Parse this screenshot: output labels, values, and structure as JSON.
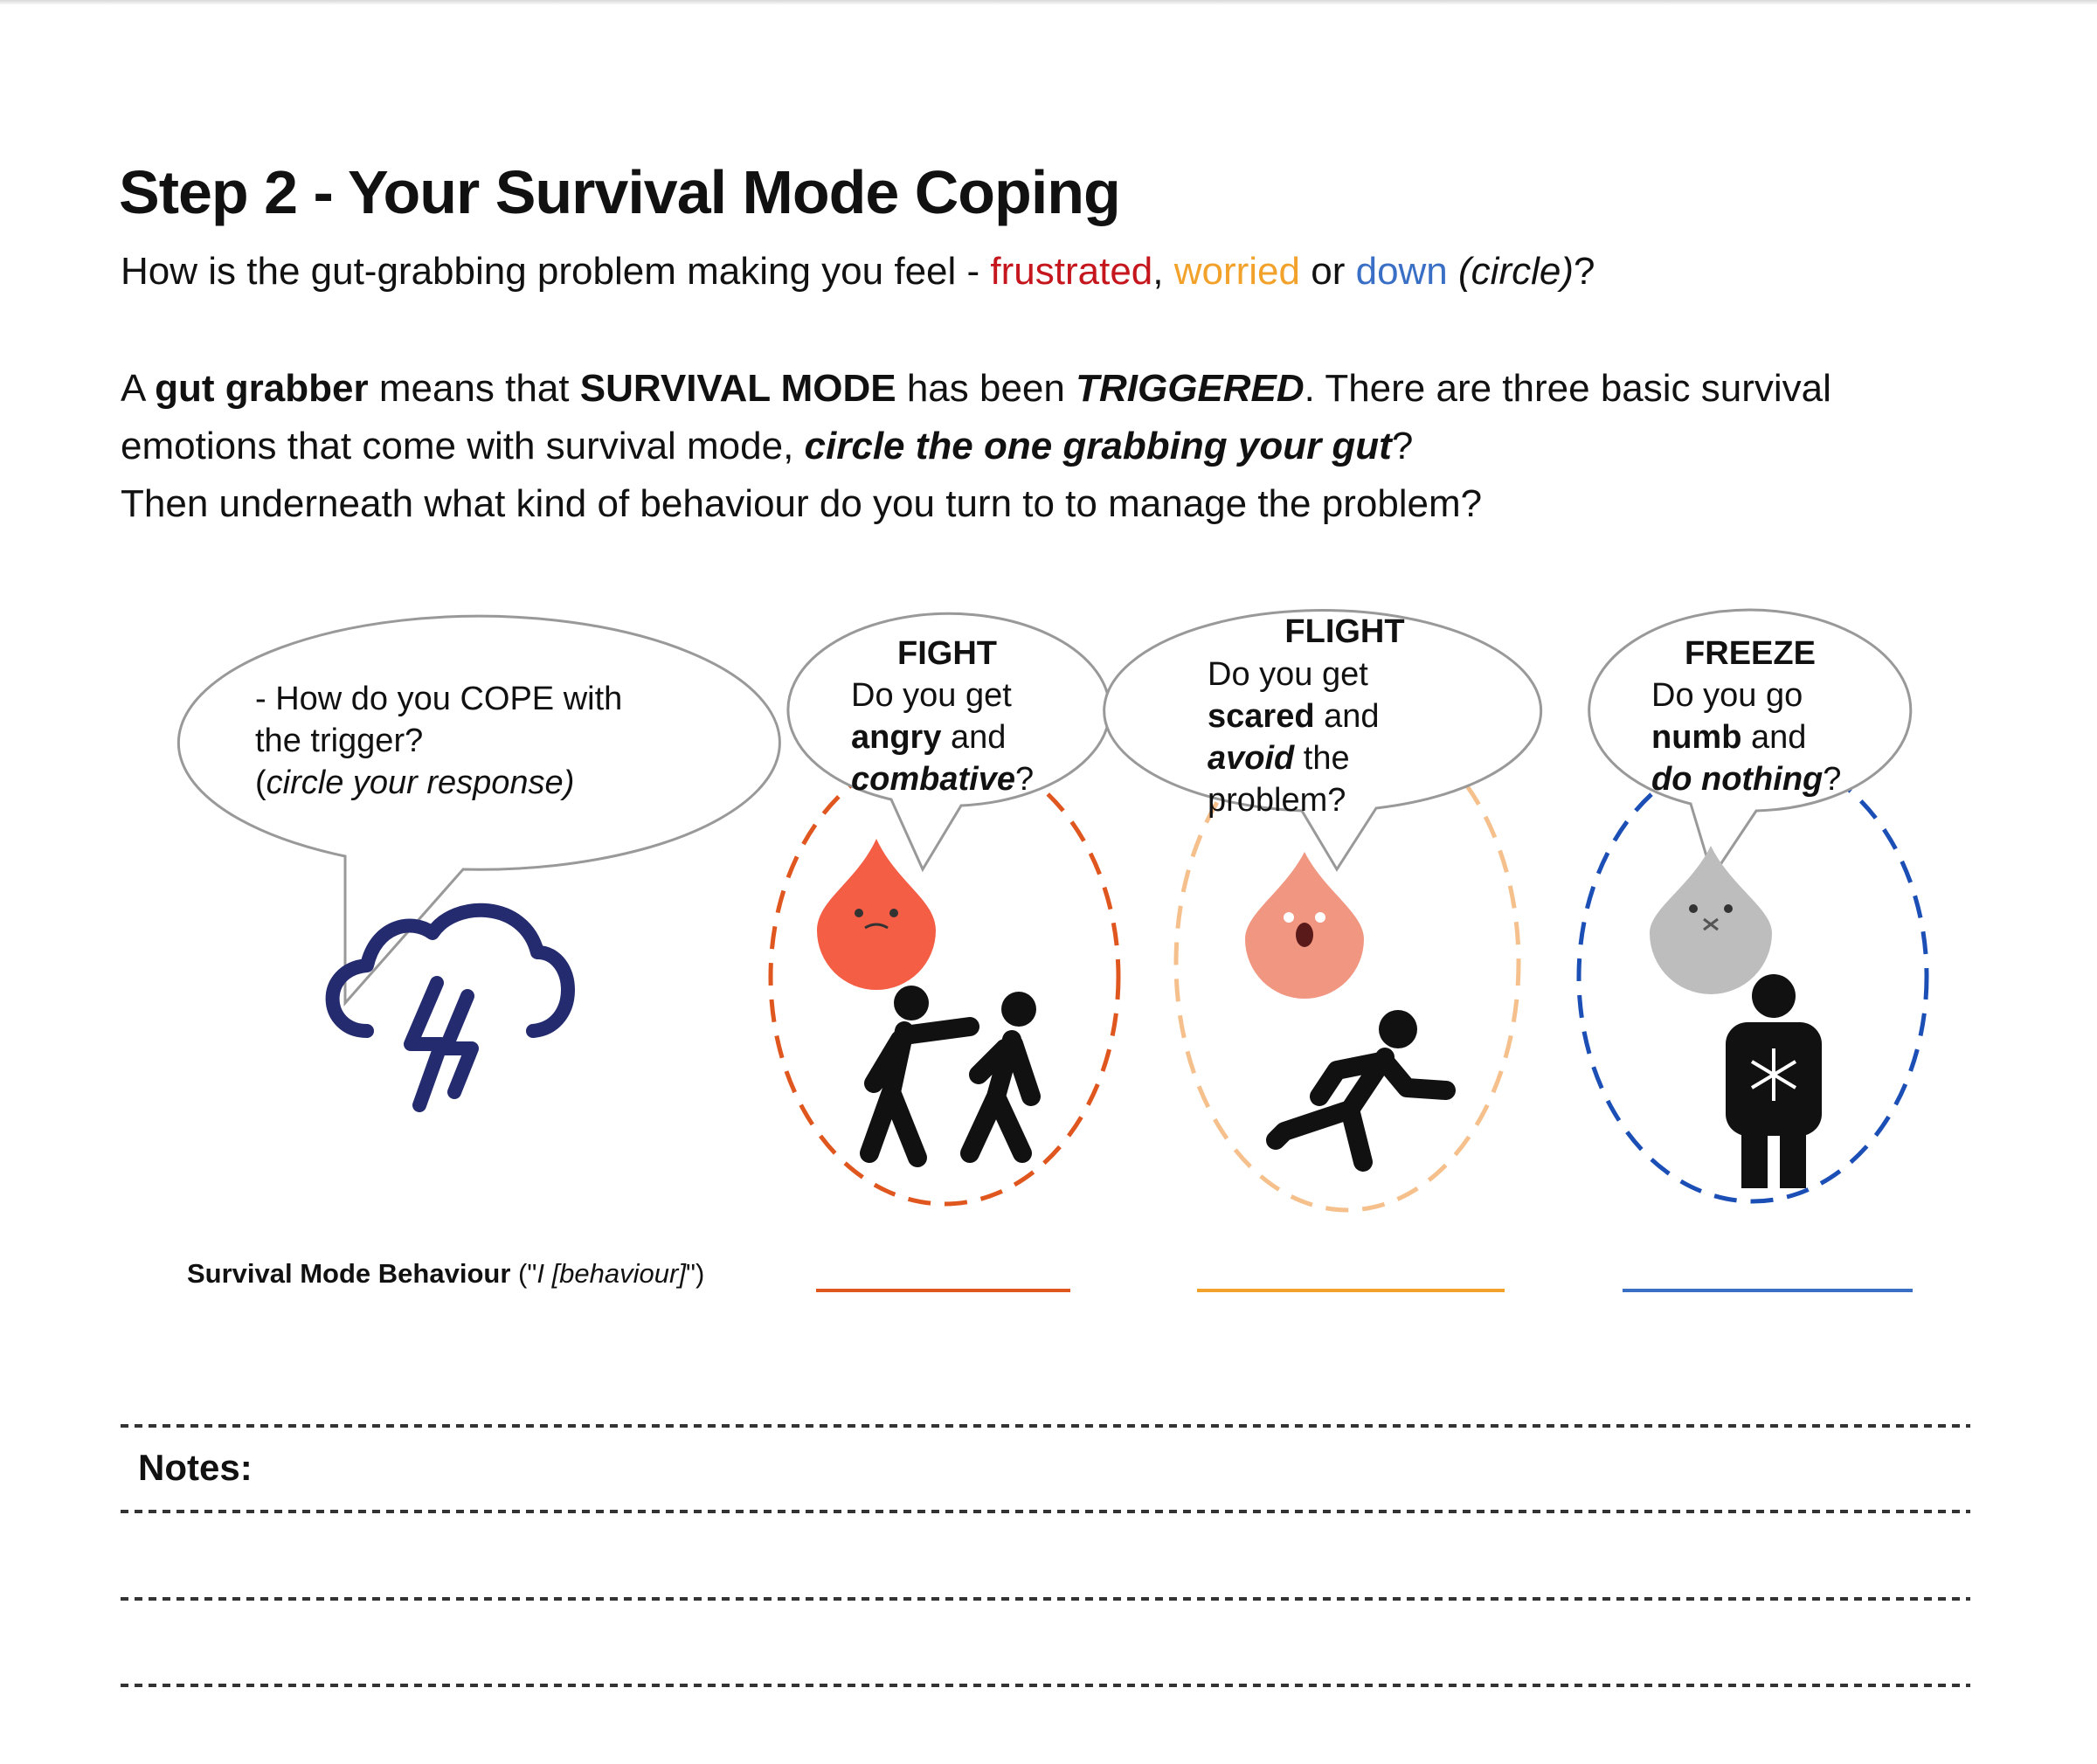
{
  "title": "Step 2 - Your Survival Mode Coping",
  "question": {
    "prefix": "How is the gut-grabbing problem making you feel - ",
    "frustrated": "frustrated",
    "sep1": ", ",
    "worried": "worried",
    "sep2": " or ",
    "down": "down",
    "sep3": " ",
    "circle": "(circle)",
    "suffix": "?"
  },
  "intro": {
    "l1_a": "A ",
    "l1_b": "gut grabber",
    "l1_c": " means that ",
    "l1_d": "SURVIVAL MODE",
    "l1_e": " has been ",
    "l1_f": "TRIGGERED",
    "l1_g": ". There are three basic survival",
    "l2_a": "emotions that come with survival mode, ",
    "l2_b": "circle the one grabbing your gut",
    "l2_c": "?",
    "l3": "Then underneath what kind of behaviour do you turn to to manage the problem?"
  },
  "cope_bubble": {
    "line1": "- How do you COPE with",
    "line2": "the trigger?",
    "line3a": "(",
    "line3b": "circle your response)"
  },
  "fight": {
    "heading": "FIGHT",
    "line1": "Do you get",
    "line2a": "angry",
    "line2b": " and",
    "line3a": "combative",
    "line3b": "?"
  },
  "flight": {
    "heading": "FLIGHT",
    "line1": "Do you get",
    "line2a": "scared",
    "line2b": " and",
    "line3a": "avoid",
    "line3b": " the",
    "line4": "problem?"
  },
  "freeze": {
    "heading": "FREEZE",
    "line1": "Do you go",
    "line2a": "numb",
    "line2b": " and",
    "line3a": "do nothing",
    "line3b": "?"
  },
  "behaviour": {
    "label": "Survival Mode Behaviour",
    "hint_a": " (\"",
    "hint_b": "I [behaviour]",
    "hint_c": "\")"
  },
  "notes_label": "Notes:",
  "colors": {
    "frustrated": "#c4161c",
    "worried": "#f2a22a",
    "down": "#3a6fc6",
    "fight": "#e0561f",
    "flight": "#f5c08c",
    "freeze": "#1b4fb6",
    "cloud": "#242b6e"
  },
  "icons": [
    "storm-cloud-icon",
    "angry-drop-icon",
    "fighting-people-icon",
    "scared-drop-icon",
    "running-person-icon",
    "numb-drop-icon",
    "frozen-person-icon"
  ]
}
